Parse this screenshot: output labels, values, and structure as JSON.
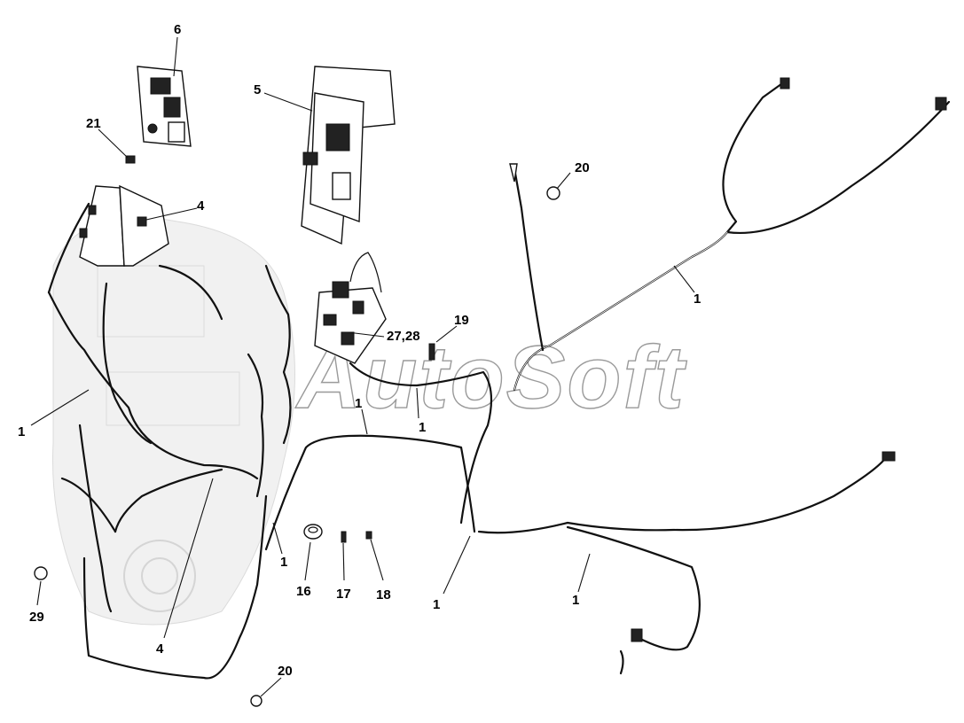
{
  "watermark": "AutoSoft",
  "callouts": {
    "c1a": "1",
    "c1b": "1",
    "c1c": "1",
    "c1d": "1",
    "c1e": "1",
    "c1f": "1",
    "c1g": "1",
    "c4a": "4",
    "c4b": "4",
    "c5": "5",
    "c6": "6",
    "c16": "16",
    "c17": "17",
    "c18": "18",
    "c19": "19",
    "c20a": "20",
    "c20b": "20",
    "c21": "21",
    "c27": "27,28",
    "c29": "29"
  }
}
